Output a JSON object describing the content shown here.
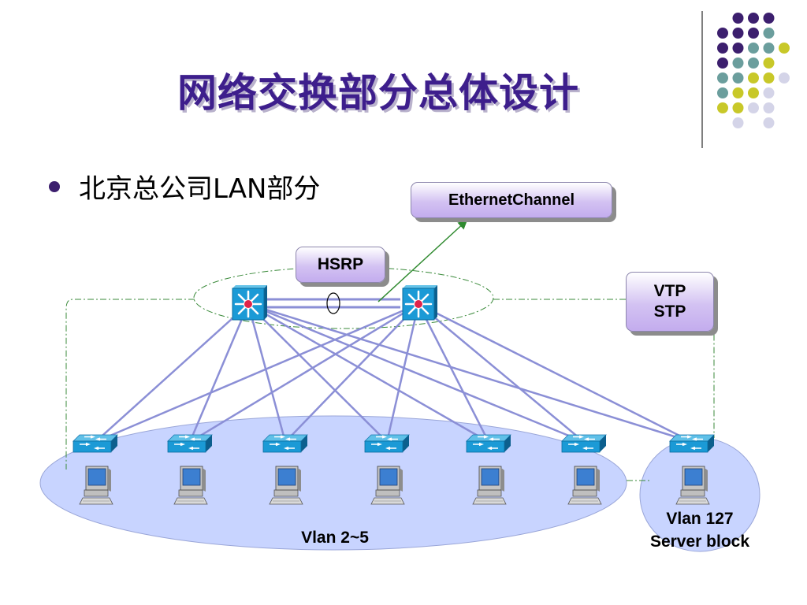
{
  "slide": {
    "title": "网络交换部分总体设计",
    "bullet": "北京总公司LAN部分"
  },
  "labels": {
    "ethernet_channel": "EthernetChannel",
    "hsrp": "HSRP",
    "vtp": "VTP",
    "stp": "STP"
  },
  "captions": {
    "vlan_group": "Vlan 2~5",
    "server_vlan": "Vlan 127",
    "server_block": "Server block"
  },
  "colors": {
    "title": "#3d1e8c",
    "bullet": "#3c1f6e",
    "purple": "#3c1f6e",
    "teal": "#6b9e9d",
    "olive": "#c8c829",
    "lavender": "#d4d4e8",
    "link": "#8b8fd6",
    "ellipse_fill": "#c8d4ff",
    "guide": "#3a8a3a"
  },
  "icons": {
    "core_switch": "multilayer-switch-icon",
    "access_switch": "workgroup-switch-icon",
    "workstation": "workstation-icon"
  },
  "access_switch_count": 7,
  "workstation_count": 7
}
